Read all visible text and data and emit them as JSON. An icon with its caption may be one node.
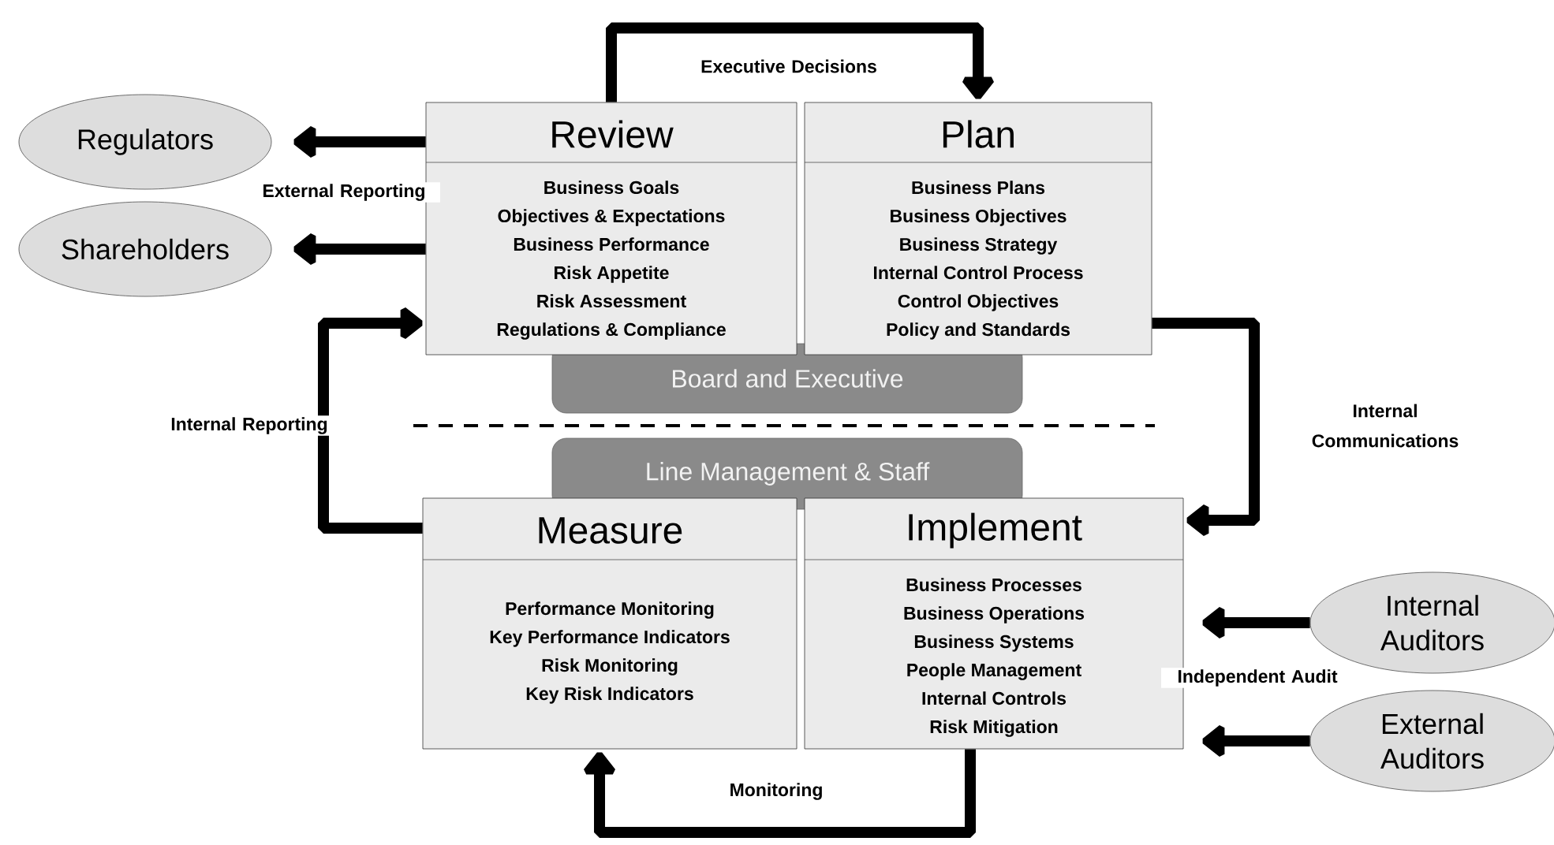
{
  "diagram": {
    "nodes": [
      {
        "text": [
          "Regulators"
        ]
      },
      {
        "text": [
          "Review",
          "Business Goals",
          "Objectives & Expectations",
          "Business Performance",
          "Risk Appetite",
          "Risk Assessment",
          "Regulations & Compliance"
        ]
      },
      {
        "text": [
          "Plan",
          "Business Plans",
          "Business Objectives",
          "Business Strategy",
          "Internal Control Process",
          "Control Objectives",
          "Policy and Standards"
        ]
      },
      {
        "text": [
          "Shareholders"
        ]
      },
      {
        "text": [
          "Board and Executive"
        ]
      },
      {
        "text": [
          "Line Management & Staff"
        ]
      },
      {
        "text": [
          "Measure",
          "Performance Monitoring",
          "Key Performance Indicators",
          "Risk Monitoring",
          "Key Risk Indicators"
        ]
      },
      {
        "text": [
          "Implement",
          "Business Processes",
          "Business Operations",
          "Business Systems",
          "People Management",
          "Internal Controls",
          "Risk Mitigation"
        ]
      },
      {
        "text": [
          "Internal Auditors"
        ]
      },
      {
        "text": [
          "External Auditors"
        ]
      }
    ],
    "edges": [
      {
        "from": 1,
        "to": 2,
        "arrow": "to",
        "label": "Executive Decisions"
      },
      {
        "from": 1,
        "to": 0,
        "arrow": "to",
        "label": "External Reporting"
      },
      {
        "from": 1,
        "to": 3,
        "arrow": "to"
      },
      {
        "from": 6,
        "to": 1,
        "arrow": "to",
        "label": "Internal Reporting"
      },
      {
        "from": 2,
        "to": 7,
        "arrow": "to",
        "label": "Internal Communications"
      },
      {
        "from": 7,
        "to": 6,
        "arrow": "to",
        "label": "Monitoring"
      },
      {
        "from": 8,
        "to": 7,
        "arrow": "to",
        "label": "Independent Audit"
      },
      {
        "from": 9,
        "to": 7,
        "arrow": "to"
      }
    ]
  }
}
